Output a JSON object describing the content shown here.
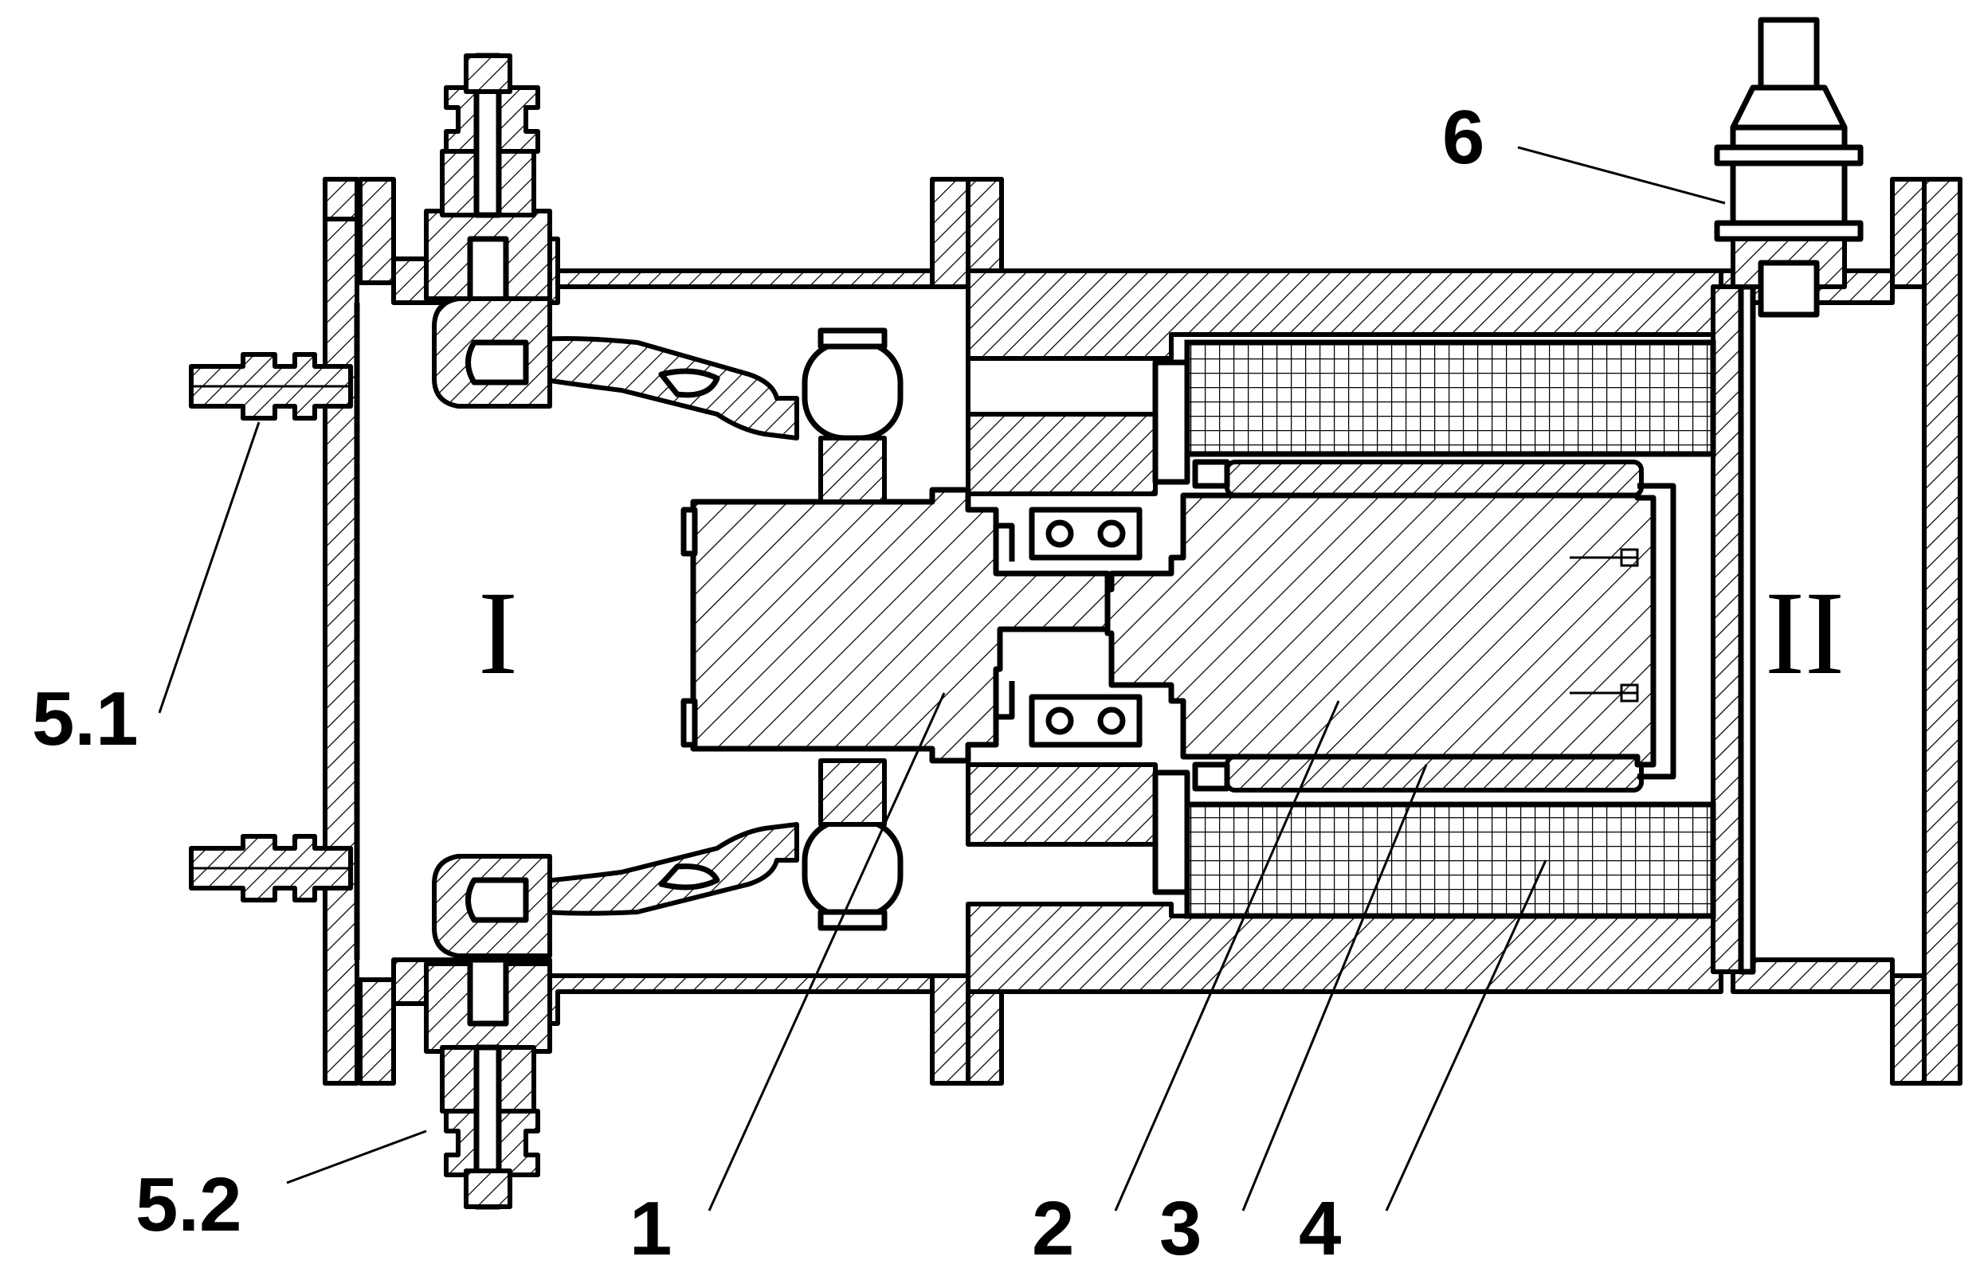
{
  "labels": {
    "part_1": "1",
    "part_2": "2",
    "part_3": "3",
    "part_4": "4",
    "part_5_1": "5.1",
    "part_5_2": "5.2",
    "part_6": "6",
    "chamber_1": "I",
    "chamber_2": "II"
  }
}
